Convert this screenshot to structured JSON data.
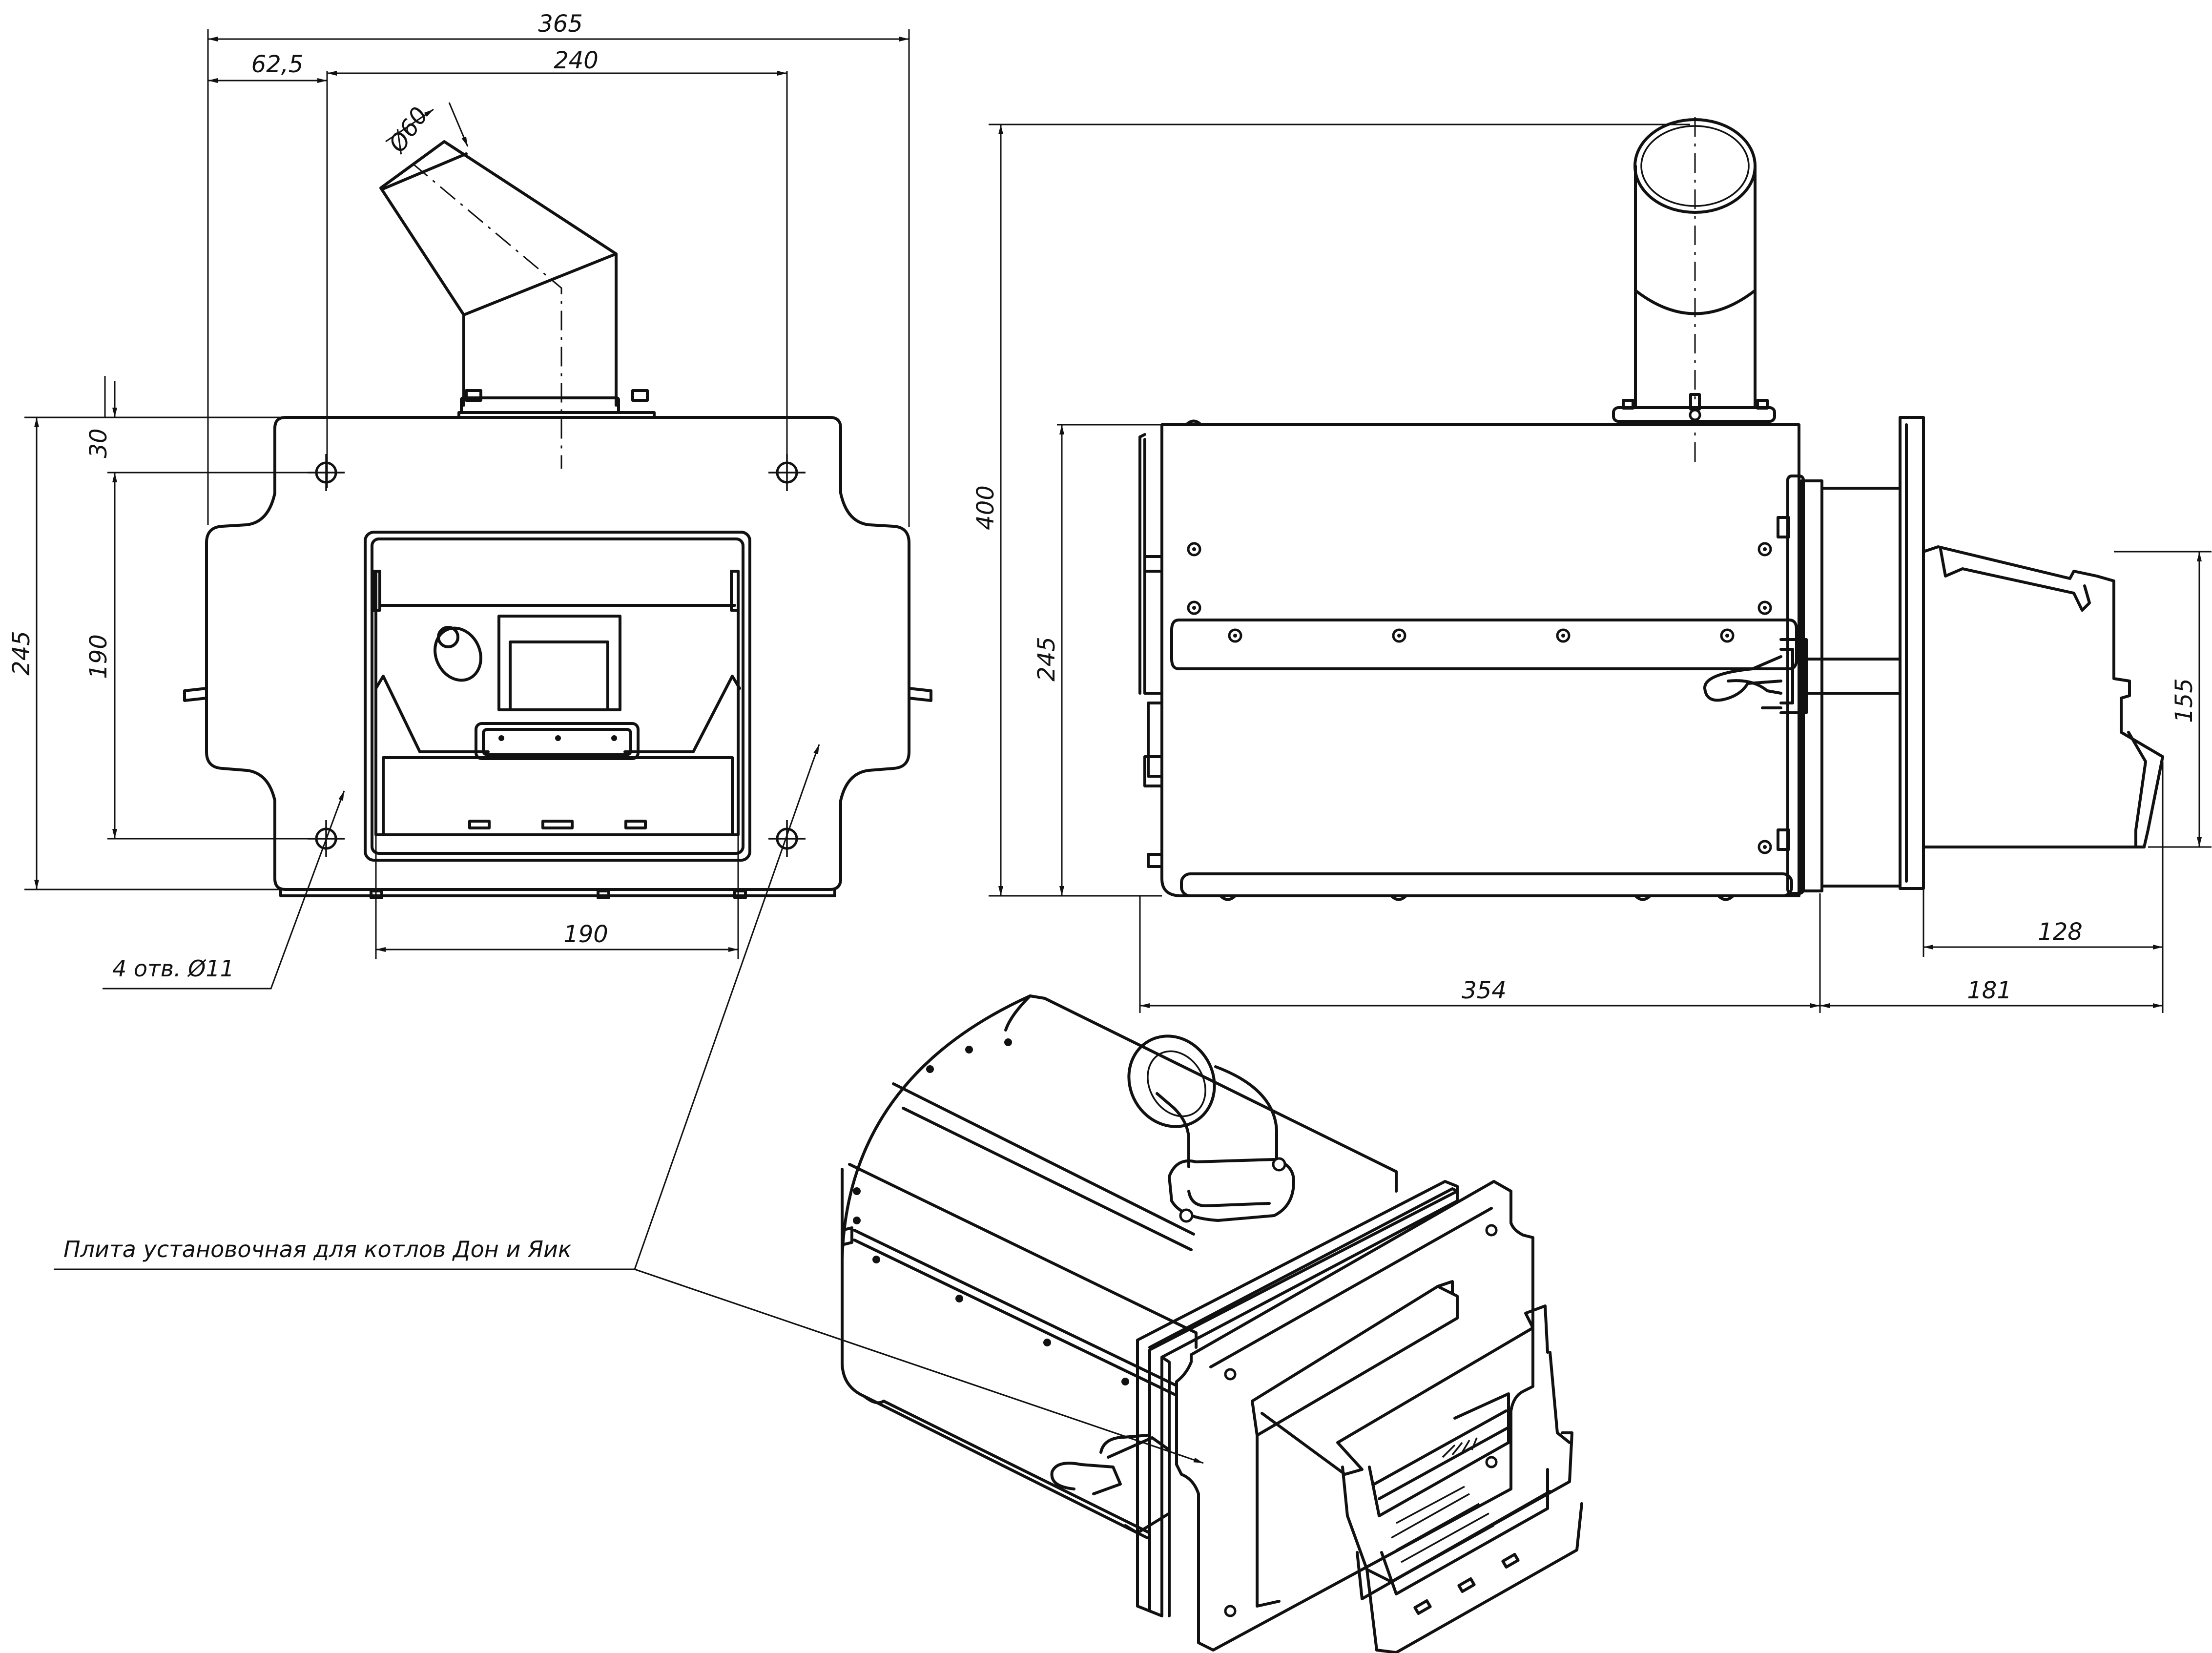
{
  "front_view": {
    "dim_overall_width": "365",
    "dim_edge_to_hole": "62,5",
    "dim_hole_spacing_h": "240",
    "dim_pipe_diameter": "Ø60",
    "dim_plate_height": "245",
    "dim_top_offset": "30",
    "dim_hole_spacing_v": "190",
    "dim_opening_width": "190",
    "note_holes": "4 отв. Ø11"
  },
  "side_view": {
    "dim_total_height": "400",
    "dim_body_height": "245",
    "dim_grate_height": "155",
    "dim_grate_length": "128",
    "dim_body_length": "354",
    "dim_front_length": "181"
  },
  "callout": {
    "mounting_plate": "Плита установочная для котлов Дон и Яик"
  }
}
